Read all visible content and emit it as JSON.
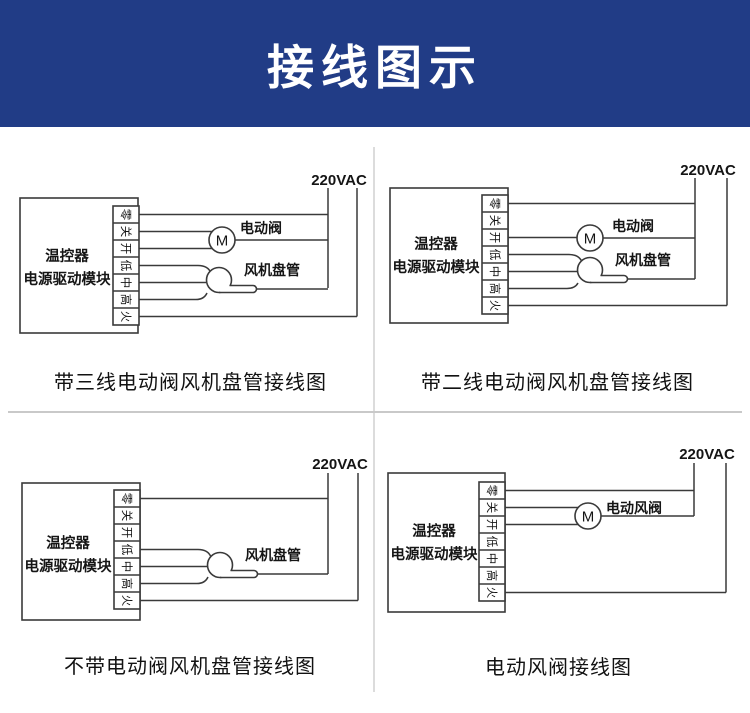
{
  "header": {
    "title": "接线图示",
    "bg_color": "#213c86",
    "text_color": "#ffffff"
  },
  "colors": {
    "line": "#3a3a3a",
    "divider": "#cccccc",
    "header_blue": "#213c86"
  },
  "voltage_label": "220VAC",
  "motor_letter": "M",
  "module_label": {
    "line1": "温控器",
    "line2": "电源驱动模块"
  },
  "terminals": [
    "零",
    "关",
    "开",
    "低",
    "中",
    "高",
    "火"
  ],
  "diagrams": [
    {
      "id": "three-wire-valve-fan-coil",
      "caption": "带三线电动阀风机盘管接线图",
      "components": {
        "valve": "电动阀",
        "fan_coil": "风机盘管"
      }
    },
    {
      "id": "two-wire-valve-fan-coil",
      "caption": "带二线电动阀风机盘管接线图",
      "components": {
        "valve": "电动阀",
        "fan_coil": "风机盘管"
      }
    },
    {
      "id": "no-valve-fan-coil",
      "caption": "不带电动阀风机盘管接线图",
      "components": {
        "fan_coil": "风机盘管"
      }
    },
    {
      "id": "motorized-air-damper",
      "caption": "电动风阀接线图",
      "components": {
        "damper": "电动风阀"
      }
    }
  ]
}
